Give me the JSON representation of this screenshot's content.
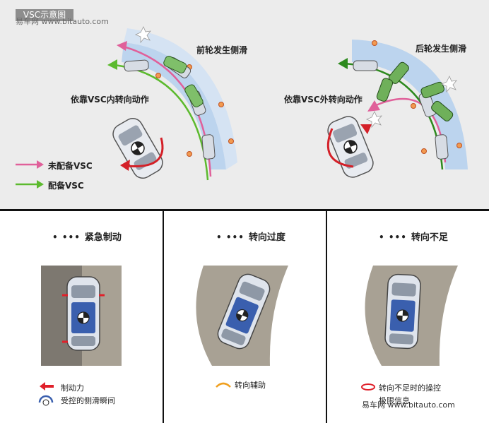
{
  "header": {
    "title": "VSC示意图",
    "watermark_top": "易车网 www.bitauto.com",
    "watermark_bottom": "易车网 www.bitauto.com"
  },
  "diagram_left": {
    "slip_label": "前轮发生侧滑",
    "action_label": "依靠VSC内转向动作"
  },
  "diagram_right": {
    "slip_label": "后轮发生侧滑",
    "action_label": "依靠VSC外转向动作"
  },
  "legend": {
    "without_vsc": "未配备VSC",
    "with_vsc": "配备VSC",
    "without_color": "#e0609a",
    "with_color": "#5cba2e"
  },
  "panels": [
    {
      "dots": "• •••",
      "title": "紧急制动",
      "notes": [
        "制动力",
        "受控的侧滑瞬间"
      ]
    },
    {
      "dots": "• •••",
      "title": "转向过度",
      "notes": [
        "转向辅助"
      ]
    },
    {
      "dots": "• •••",
      "title": "转向不足",
      "notes": [
        "转向不足时的操控",
        "极限信息"
      ]
    }
  ],
  "colors": {
    "road_blue": "#bcd4ee",
    "road_tan": "#a8a194",
    "gravel": "#7d7870",
    "brake_red": "#e0202a",
    "assist_orange": "#f0a020",
    "car_blue": "#3a5fae"
  }
}
